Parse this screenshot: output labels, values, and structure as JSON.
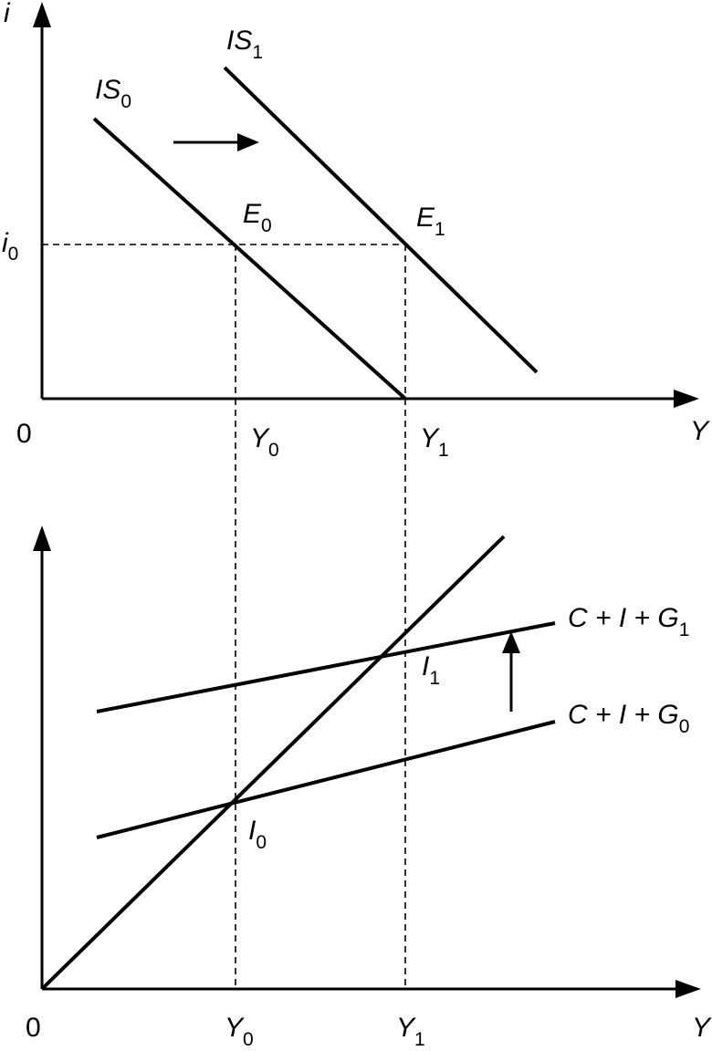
{
  "top_panel": {
    "y_axis_label": "i",
    "x_axis_label": "Y",
    "origin_label": "0",
    "rate_label": {
      "base": "i",
      "sub": "0"
    },
    "curves": [
      {
        "id": "is0",
        "base": "IS",
        "sub": "0"
      },
      {
        "id": "is1",
        "base": "IS",
        "sub": "1"
      }
    ],
    "points": [
      {
        "id": "e0",
        "base": "E",
        "sub": "0"
      },
      {
        "id": "e1",
        "base": "E",
        "sub": "1"
      }
    ],
    "x_ticks": [
      {
        "id": "y0",
        "base": "Y",
        "sub": "0"
      },
      {
        "id": "y1",
        "base": "Y",
        "sub": "1"
      }
    ]
  },
  "bottom_panel": {
    "x_axis_label": "Y",
    "origin_label": "0",
    "curves": [
      {
        "id": "cig1",
        "base": "C + I + G",
        "sub": "1"
      },
      {
        "id": "cig0",
        "base": "C + I + G",
        "sub": "0"
      }
    ],
    "points": [
      {
        "id": "i1",
        "base": "I",
        "sub": "1"
      },
      {
        "id": "i0",
        "base": "I",
        "sub": "0"
      }
    ],
    "x_ticks": [
      {
        "id": "y0",
        "base": "Y",
        "sub": "0"
      },
      {
        "id": "y1",
        "base": "Y",
        "sub": "1"
      }
    ]
  }
}
